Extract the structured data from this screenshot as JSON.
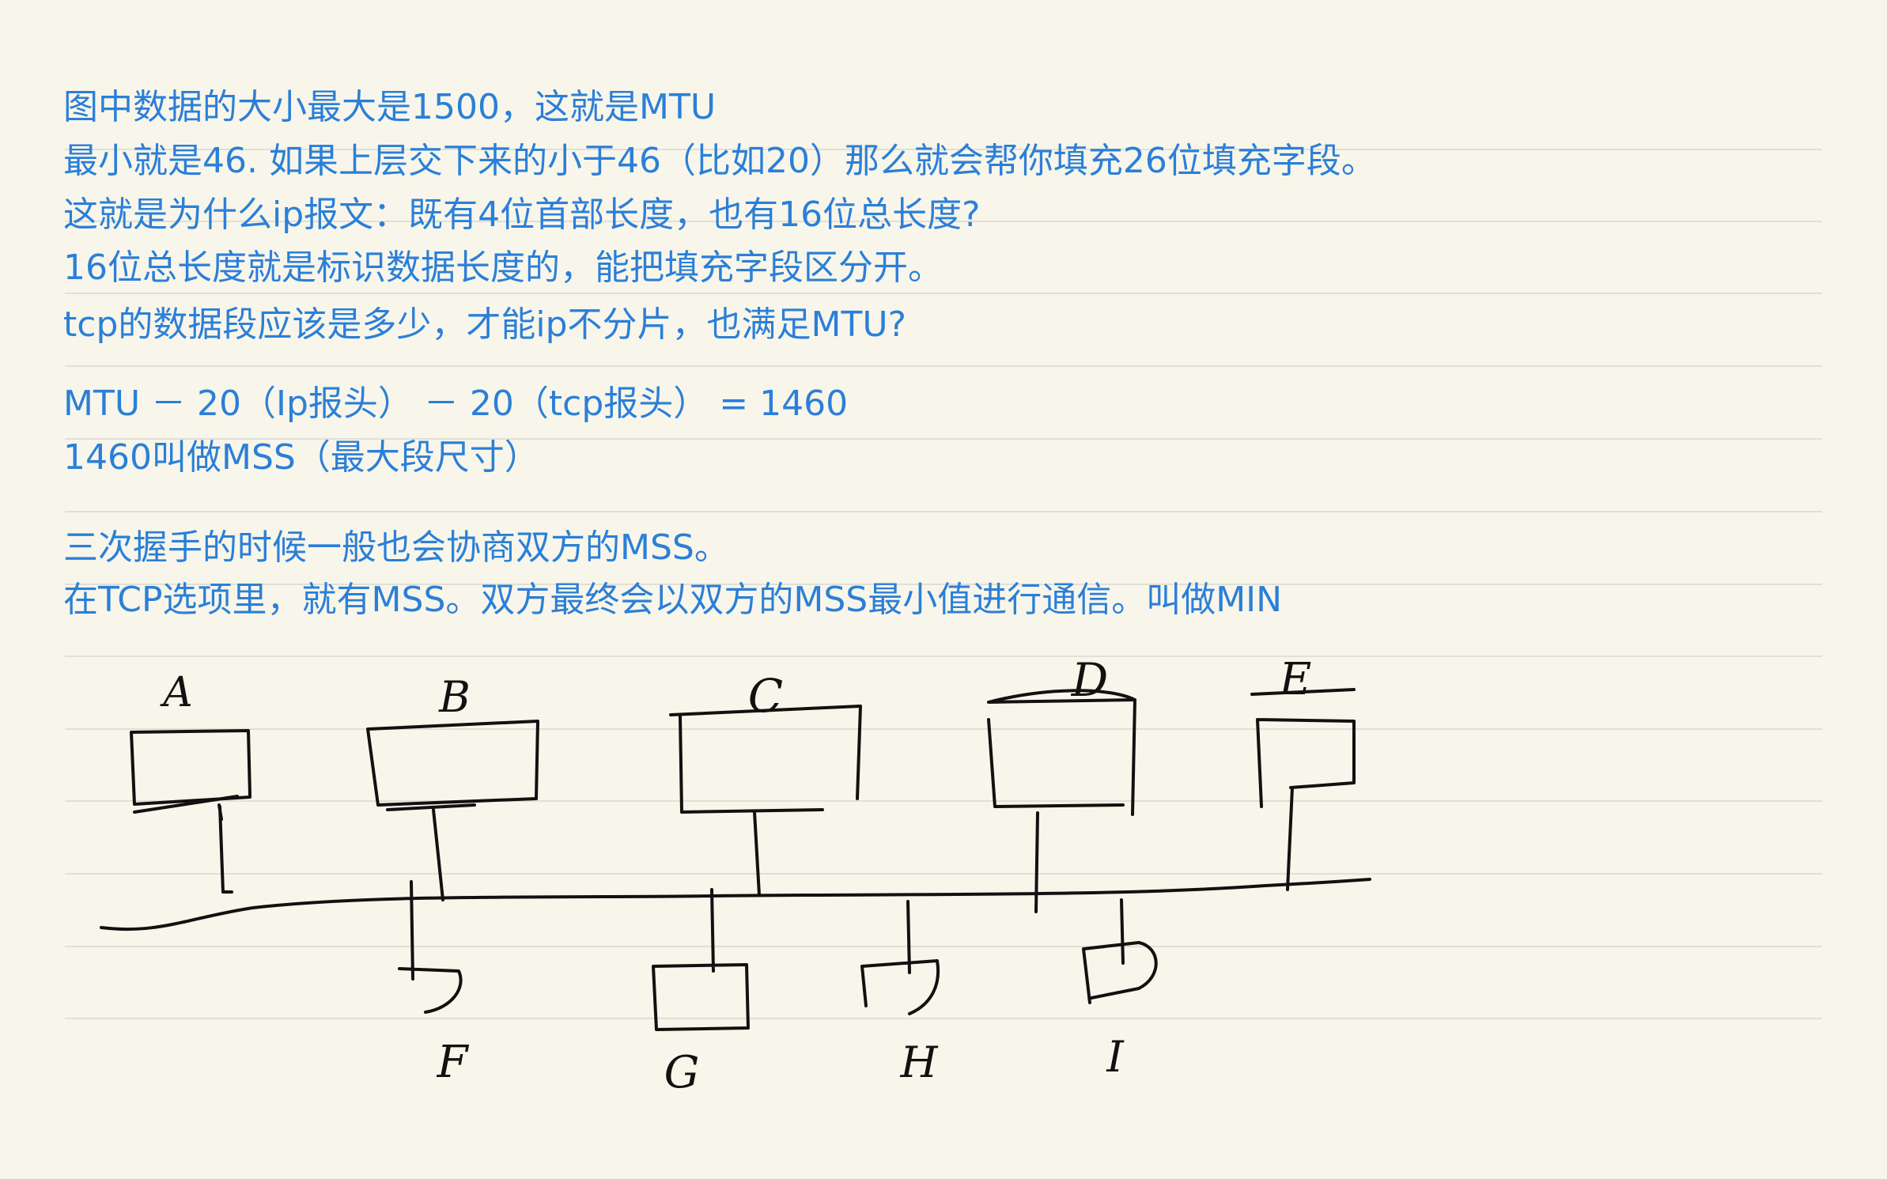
{
  "notes": {
    "lines": [
      "图中数据的大小最大是1500，这就是MTU",
      "最小就是46. 如果上层交下来的小于46（比如20）那么就会帮你填充26位填充字段。",
      "这就是为什么ip报文：既有4位首部长度，也有16位总长度?",
      "16位总长度就是标识数据长度的，能把填充字段区分开。",
      " tcp的数据段应该是多少，才能ip不分片，也满足MTU?",
      "MTU － 20（Ip报头） － 20（tcp报头）  = 1460",
      "1460叫做MSS（最大段尺寸）",
      " 三次握手的时候一般也会协商双方的MSS。",
      " 在TCP选项里，就有MSS。双方最终会以双方的MSS最小值进行通信。叫做MIN"
    ]
  },
  "diagram": {
    "node_labels": [
      "A",
      "B",
      "C",
      "D",
      "E",
      "F",
      "G",
      "H",
      "I"
    ]
  },
  "colors": {
    "background": "#f8f6ea",
    "text": "#2b7fd8",
    "rule": "#e2e0d6",
    "ink": "#111111"
  }
}
